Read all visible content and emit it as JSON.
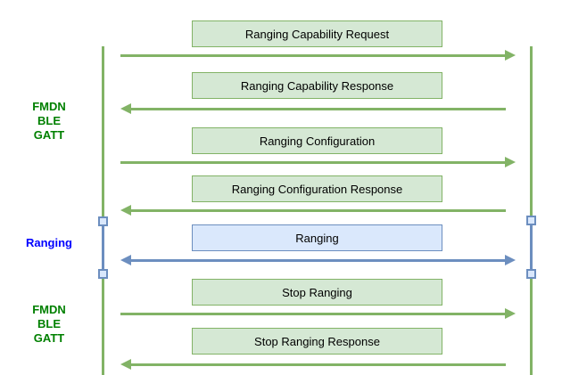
{
  "side_labels": [
    {
      "lines": [
        "FMDN",
        "BLE",
        "GATT"
      ],
      "color": "#008000"
    },
    {
      "lines": [
        "Ranging"
      ],
      "color": "#0000ff"
    },
    {
      "lines": [
        "FMDN",
        "BLE",
        "GATT"
      ],
      "color": "#008000"
    }
  ],
  "messages": [
    {
      "label": "Ranging Capability Request",
      "direction": "right",
      "style": "green"
    },
    {
      "label": "Ranging Capability Response",
      "direction": "left",
      "style": "green"
    },
    {
      "label": "Ranging Configuration",
      "direction": "right",
      "style": "green"
    },
    {
      "label": "Ranging Configuration Response",
      "direction": "left",
      "style": "green"
    },
    {
      "label": "Ranging",
      "direction": "both",
      "style": "blue"
    },
    {
      "label": "Stop Ranging",
      "direction": "right",
      "style": "green"
    },
    {
      "label": "Stop Ranging Response",
      "direction": "left",
      "style": "green"
    }
  ],
  "colors": {
    "green_fill": "#d5e8d4",
    "green_stroke": "#82b366",
    "blue_fill": "#dae8fc",
    "blue_stroke": "#6c8ebf",
    "label_green": "#008000",
    "label_blue": "#0000ff",
    "text": "#000000",
    "background": "#ffffff"
  }
}
